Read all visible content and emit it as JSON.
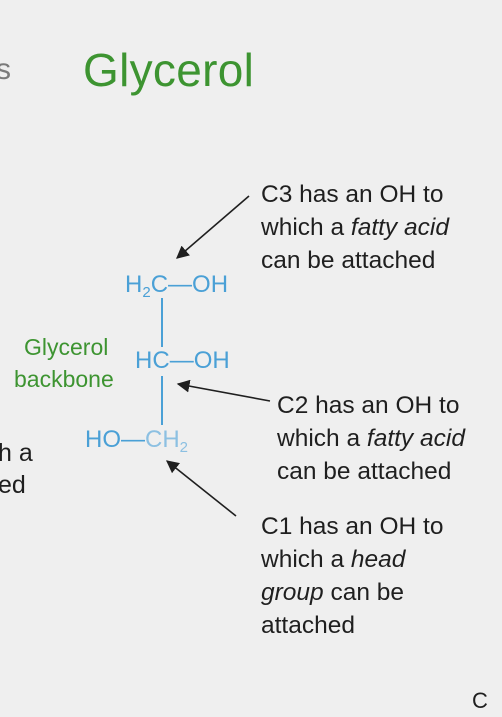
{
  "slide": {
    "title": "Glycerol",
    "left_fragments": {
      "top": "s",
      "line1": "h a",
      "line2": "ed"
    },
    "right_fragment": "C"
  },
  "backbone_label": {
    "line1": "Glycerol",
    "line2": "backbone"
  },
  "molecule": {
    "c3": {
      "left": "H",
      "left_sub": "2",
      "carbon": "C",
      "bond": "—",
      "group": "OH"
    },
    "c2": {
      "left": "H",
      "carbon": "C",
      "bond": "—",
      "group": "OH"
    },
    "c1": {
      "group": "HO",
      "bond": "—",
      "carbon": "CH",
      "carbon_sub": "2"
    }
  },
  "annotations": {
    "c3": {
      "line1": "C3 has an OH to",
      "line2_pre": "which a ",
      "line2_em": "fatty acid",
      "line3": "can be attached"
    },
    "c2": {
      "line1": "C2 has an OH to",
      "line2_pre": "which a ",
      "line2_em": "fatty acid",
      "line3": "can be attached"
    },
    "c1": {
      "line1": "C1 has an OH to",
      "line2_pre": "which a ",
      "line2_em": "head",
      "line3_em": "group",
      "line3_post": " can be",
      "line4": "attached"
    }
  },
  "colors": {
    "title": "#3d9431",
    "backbone_label": "#3d9431",
    "molecule": "#4aa0d6",
    "text": "#1f1f1f",
    "background": "#efefef"
  }
}
